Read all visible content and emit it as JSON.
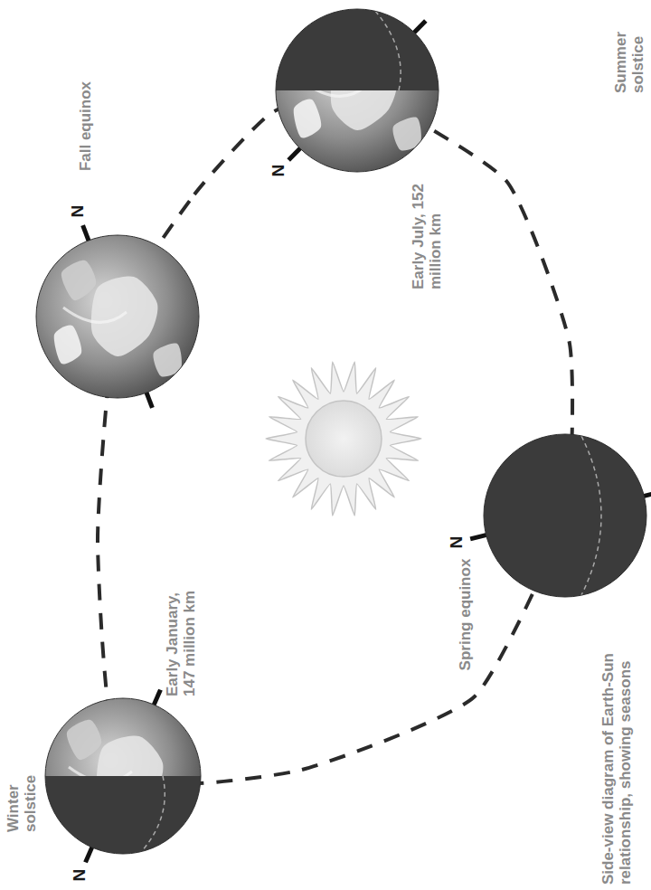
{
  "diagram": {
    "caption": "Side-view diagram of Earth-Sun relationship, showing seasons",
    "labels": [
      "Fall equinox",
      "N",
      "Summer solstice",
      "N",
      "Early July, 152 million km",
      "Early January, 147 million km",
      "Spring equinox",
      "N",
      "Winter solstice",
      "N"
    ]
  }
}
